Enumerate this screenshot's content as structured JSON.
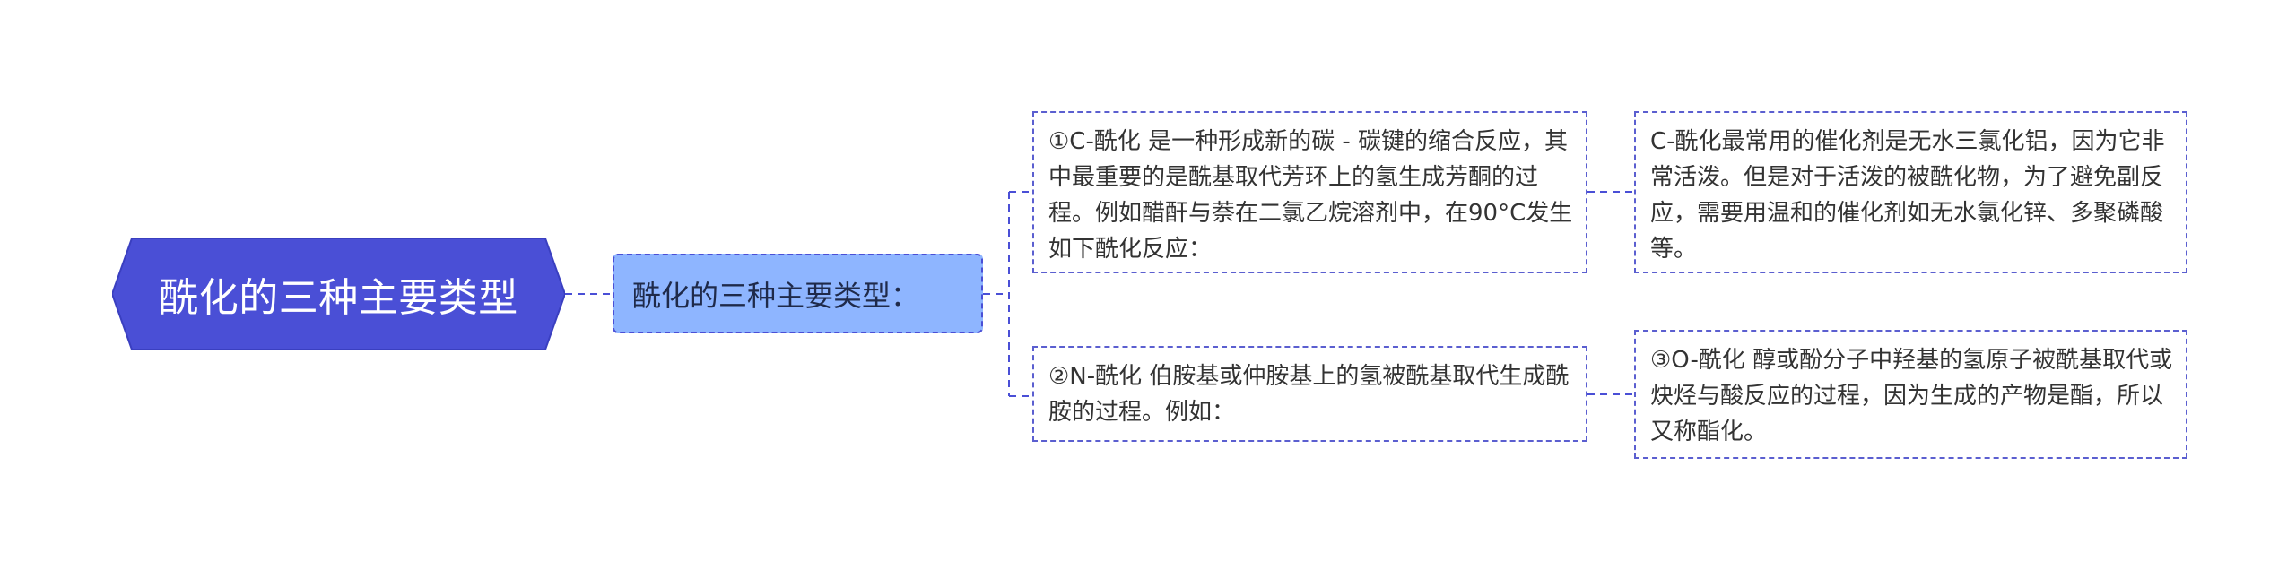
{
  "colors": {
    "root_fill": "#4a4fd6",
    "mid_fill": "#8eb5ff",
    "border": "#4a4fd6",
    "leaf_border": "#5b5fd0",
    "link": "#4a4fd6",
    "leaf_text": "#333333"
  },
  "root": {
    "label": "酰化的三种主要类型"
  },
  "mid": {
    "label": "酰化的三种主要类型："
  },
  "branches": [
    {
      "text": "①C-酰化 是一种形成新的碳 - 碳键的缩合反应，其中最重要的是酰基取代芳环上的氢生成芳酮的过程。例如醋酐与萘在二氯乙烷溶剂中，在90°C发生如下酰化反应：",
      "child": "C-酰化最常用的催化剂是无水三氯化铝，因为它非常活泼。但是对于活泼的被酰化物，为了避免副反应，需要用温和的催化剂如无水氯化锌、多聚磷酸等。"
    },
    {
      "text": "②N-酰化 伯胺基或仲胺基上的氢被酰基取代生成酰胺的过程。例如：",
      "child": "③O-酰化 醇或酚分子中羟基的氢原子被酰基取代或炔烃与酸反应的过程，因为生成的产物是酯，所以又称酯化。"
    }
  ]
}
